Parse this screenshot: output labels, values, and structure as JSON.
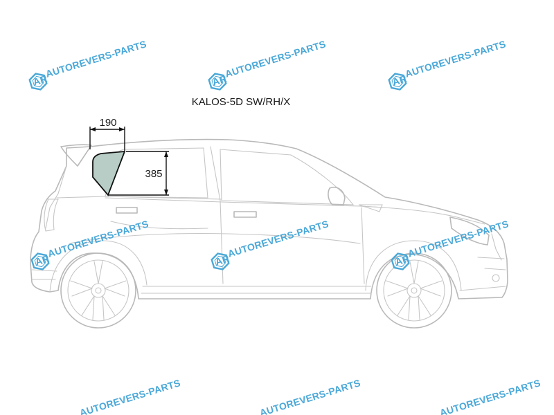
{
  "diagram": {
    "title": "KALOS-5D SW/RH/X",
    "dimensions": {
      "width_label": "190",
      "height_label": "385"
    },
    "highlight_color": "#b7cdc6",
    "highlight_stroke": "#111111",
    "car_outline_color": "#b9b9b9"
  },
  "watermark": {
    "text": "AUTOREVERS-PARTS",
    "logo_letters": "AR",
    "color": "#4aa8d8",
    "icon": "autorevers-hexagon-logo"
  }
}
